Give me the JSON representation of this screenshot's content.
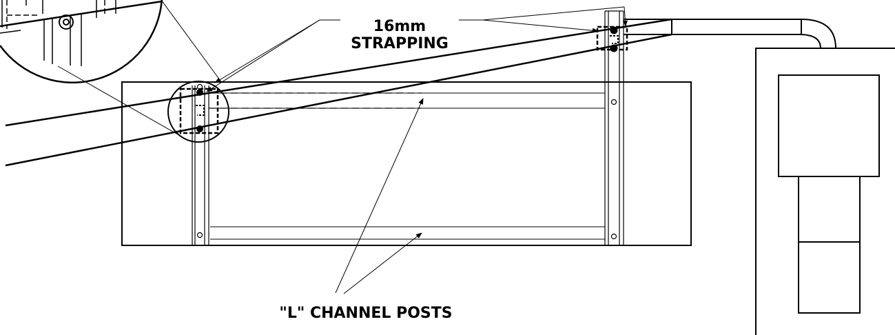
{
  "labels": {
    "strapping_size": "16mm",
    "strapping_name": "STRAPPING",
    "channel_posts": "\"L\" CHANNEL POSTS"
  },
  "colors": {
    "line": "#000000",
    "background": "#ffffff"
  }
}
